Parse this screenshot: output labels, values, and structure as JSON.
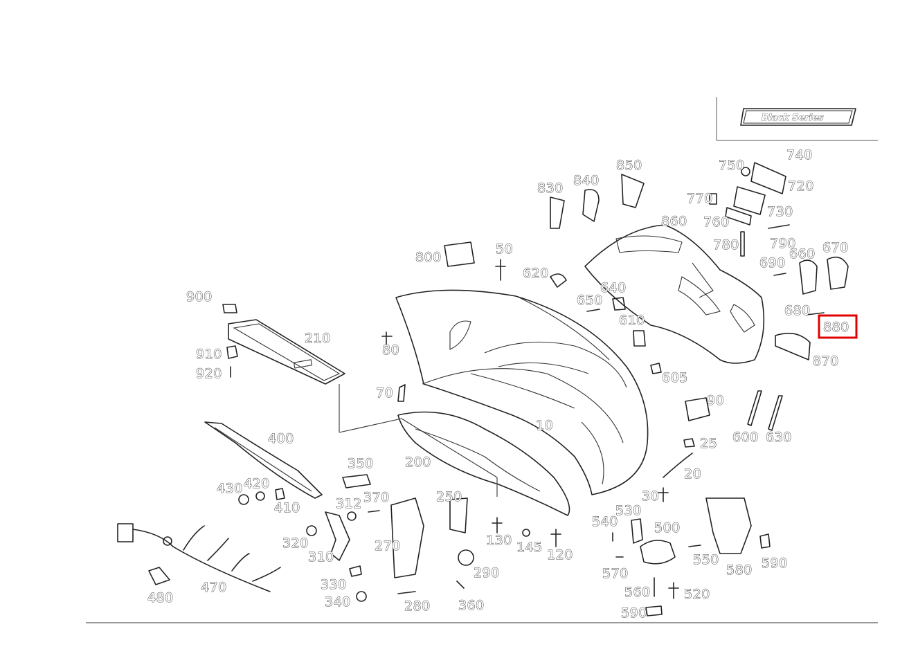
{
  "badge": {
    "text": "Black Series"
  },
  "highlight": {
    "part": "880",
    "color": "#e00000"
  },
  "labels": [
    "740",
    "750",
    "720",
    "850",
    "830",
    "840",
    "770",
    "730",
    "760",
    "860",
    "790",
    "780",
    "670",
    "660",
    "690",
    "800",
    "50",
    "620",
    "640",
    "650",
    "900",
    "610",
    "680",
    "880",
    "210",
    "80",
    "870",
    "910",
    "920",
    "605",
    "70",
    "90",
    "600",
    "630",
    "400",
    "10",
    "25",
    "20",
    "350",
    "200",
    "430",
    "420",
    "250",
    "370",
    "312",
    "410",
    "30",
    "530",
    "540",
    "500",
    "320",
    "270",
    "130",
    "145",
    "120",
    "310",
    "550",
    "580",
    "590",
    "290",
    "570",
    "330",
    "470",
    "560",
    "520",
    "480",
    "340",
    "280",
    "360",
    "590"
  ]
}
